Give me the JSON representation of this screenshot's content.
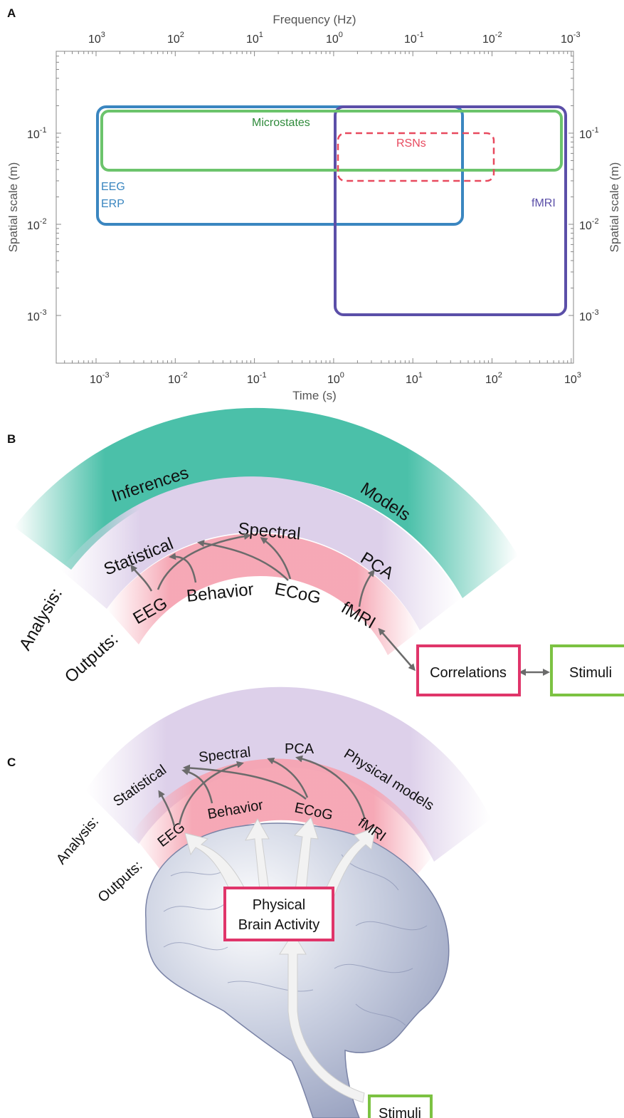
{
  "panels": {
    "a": "A",
    "b": "B",
    "c": "C"
  },
  "panel_a": {
    "top_axis_title": "Frequency (Hz)",
    "bottom_axis_title": "Time (s)",
    "left_axis_title": "Spatial scale (m)",
    "right_axis_title": "Spatial scale (m)",
    "top_ticks": [
      {
        "base": "10",
        "exp": "3"
      },
      {
        "base": "10",
        "exp": "2"
      },
      {
        "base": "10",
        "exp": "1"
      },
      {
        "base": "10",
        "exp": "0"
      },
      {
        "base": "10",
        "exp": "-1"
      },
      {
        "base": "10",
        "exp": "-2"
      },
      {
        "base": "10",
        "exp": "-3"
      }
    ],
    "bottom_ticks": [
      {
        "base": "10",
        "exp": "-3"
      },
      {
        "base": "10",
        "exp": "-2"
      },
      {
        "base": "10",
        "exp": "-1"
      },
      {
        "base": "10",
        "exp": "0"
      },
      {
        "base": "10",
        "exp": "1"
      },
      {
        "base": "10",
        "exp": "2"
      },
      {
        "base": "10",
        "exp": "3"
      }
    ],
    "left_ticks": [
      {
        "base": "10",
        "exp": "-1"
      },
      {
        "base": "10",
        "exp": "-2"
      },
      {
        "base": "10",
        "exp": "-3"
      }
    ],
    "right_ticks": [
      {
        "base": "10",
        "exp": "-1"
      },
      {
        "base": "10",
        "exp": "-2"
      },
      {
        "base": "10",
        "exp": "-3"
      }
    ],
    "regions": {
      "eeg": {
        "label1": "EEG",
        "label2": "ERP",
        "color": "#3a86c0"
      },
      "microstates": {
        "label": "Microstates",
        "color": "#6cc46c",
        "text_color": "#2e8a3a"
      },
      "rsns": {
        "label": "RSNs",
        "color": "#e84a5f"
      },
      "fmri": {
        "label": "fMRI",
        "color": "#5b4fa8"
      }
    }
  },
  "panel_b": {
    "arc_outer": {
      "left": "Inferences",
      "right": "Models"
    },
    "arc_middle": {
      "row_label": "Analysis:",
      "items": [
        "Statistical",
        "Spectral",
        "PCA"
      ]
    },
    "arc_inner": {
      "row_label": "Outputs:",
      "items": [
        "EEG",
        "Behavior",
        "ECoG",
        "fMRI"
      ]
    },
    "boxes": {
      "correlations": "Correlations",
      "stimuli": "Stimuli"
    },
    "colors": {
      "teal": "#2bb59a",
      "lavender": "#d9cce8",
      "pink": "#f6aab6",
      "red_box": "#e0356a",
      "green_box": "#7cc242"
    }
  },
  "panel_c": {
    "analysis_label": "Analysis:",
    "analysis_items": [
      "Statistical",
      "Spectral",
      "PCA",
      "Physical models"
    ],
    "outputs_label": "Outputs:",
    "outputs_items": [
      "EEG",
      "Behavior",
      "ECoG",
      "fMRI"
    ],
    "center_box_line1": "Physical",
    "center_box_line2": "Brain Activity",
    "stimuli_box": "Stimuli"
  }
}
